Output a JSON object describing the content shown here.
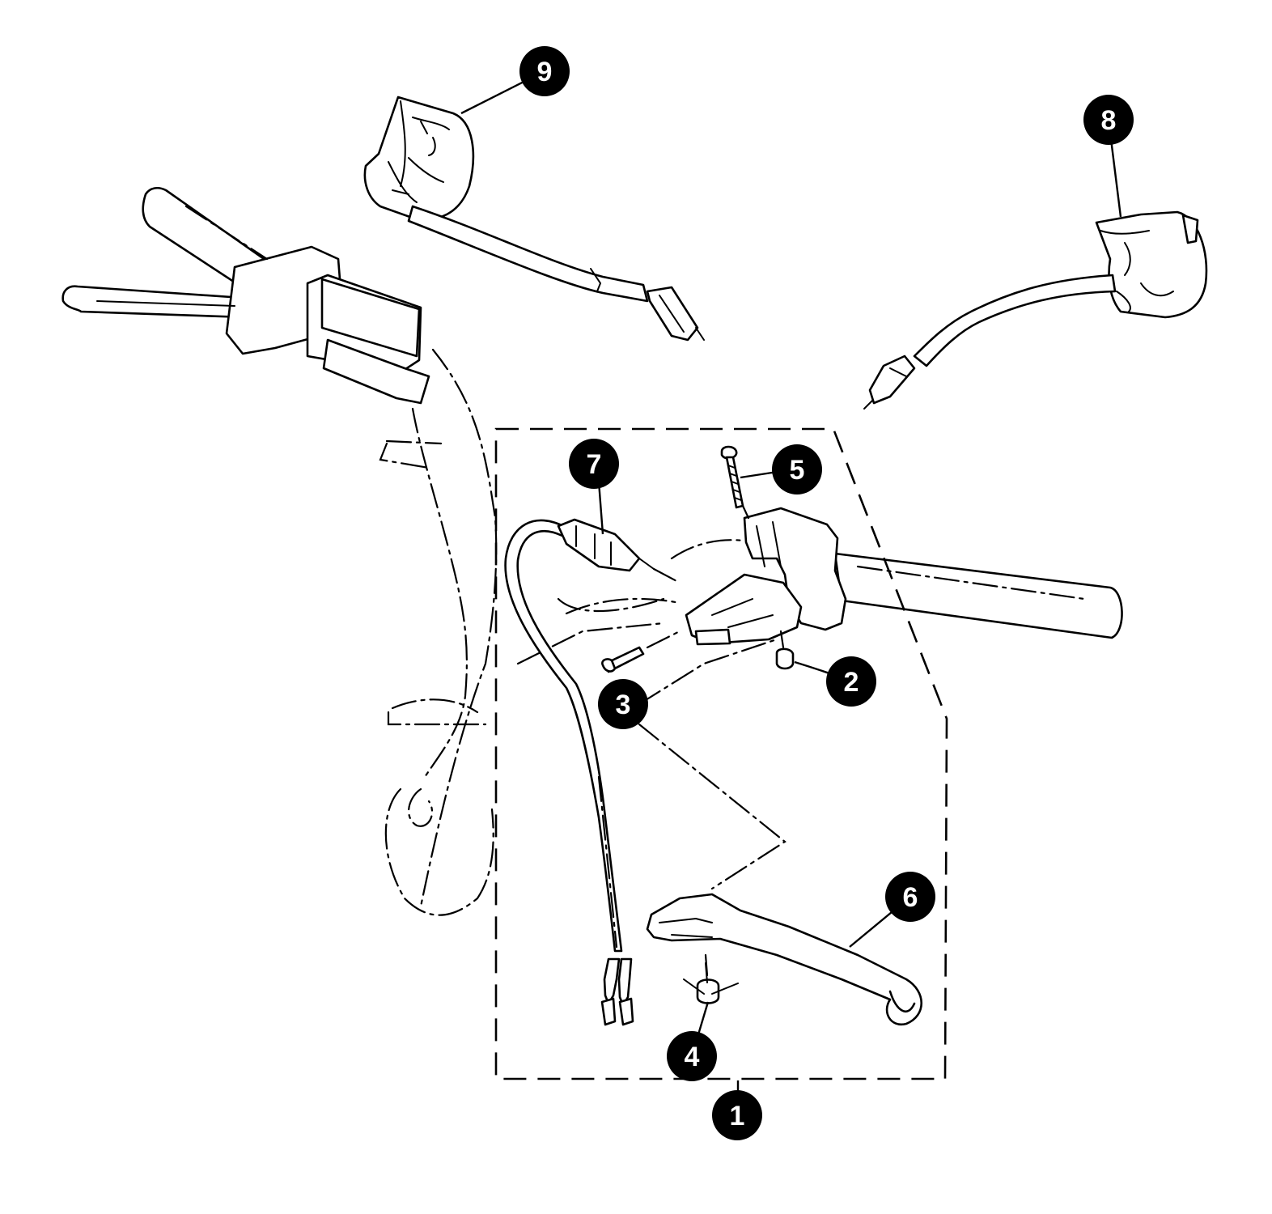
{
  "callouts": [
    {
      "id": "1",
      "label": "1"
    },
    {
      "id": "2",
      "label": "2"
    },
    {
      "id": "3",
      "label": "3"
    },
    {
      "id": "4",
      "label": "4"
    },
    {
      "id": "5",
      "label": "5"
    },
    {
      "id": "6",
      "label": "6"
    },
    {
      "id": "7",
      "label": "7"
    },
    {
      "id": "8",
      "label": "8"
    },
    {
      "id": "9",
      "label": "9"
    }
  ],
  "icons": {
    "diagram": "exploded-parts-diagram-icon"
  }
}
